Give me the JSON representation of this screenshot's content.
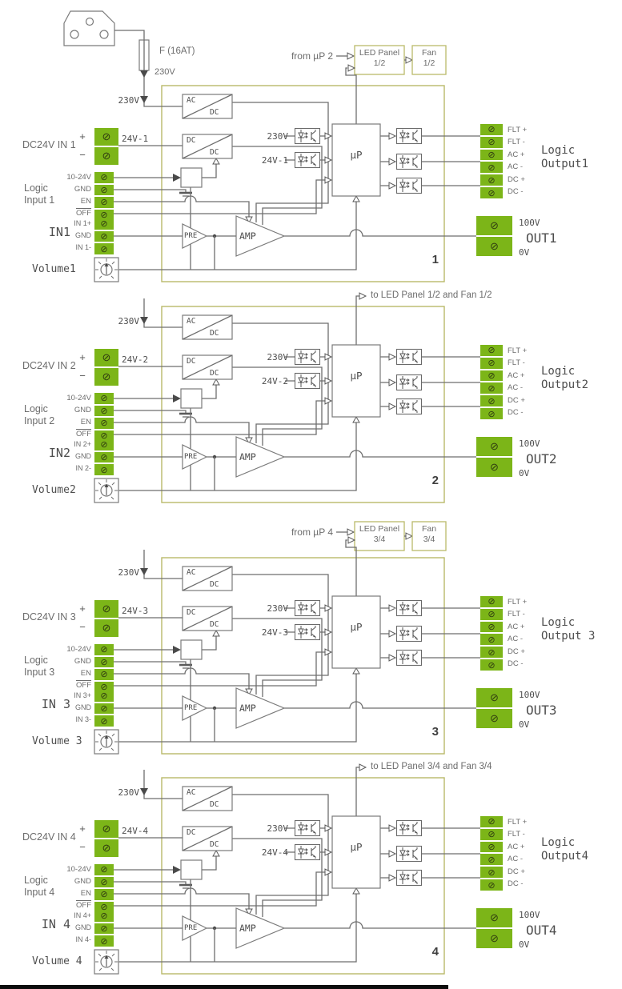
{
  "icons": {
    "screw": "⊘",
    "plus": "+",
    "minus": "−"
  },
  "top": {
    "fuse_label": "F (16AT)",
    "fuse_voltage": "230V"
  },
  "led_rows": [
    {
      "from_label": "from µP 2",
      "panel_line1": "LED Panel",
      "panel_line2": "1/2",
      "fan_line1": "Fan",
      "fan_line2": "1/2"
    },
    {
      "from_label": "from µP 4",
      "panel_line1": "LED Panel",
      "panel_line2": "3/4",
      "fan_line1": "Fan",
      "fan_line2": "3/4"
    }
  ],
  "common": {
    "acdc_top": "AC",
    "acdc_bottom": "DC",
    "dcdc_top": "DC",
    "dcdc_bottom": "DC",
    "pre": "PRE",
    "amp": "AMP",
    "up": "µP"
  },
  "channels": [
    {
      "number": "1",
      "variant": "odd",
      "mains": "230V",
      "dc_label": "DC24V IN 1",
      "dc_wire": "24V-1",
      "logic_line1": "Logic",
      "logic_line2": "Input 1",
      "logic_terms": [
        "10-24V",
        "GND",
        "EN",
        "OFF"
      ],
      "in_name": "IN1",
      "in_terms": [
        "IN 1+",
        "GND",
        "IN 1-"
      ],
      "volume": "Volume1",
      "opto_in": [
        "230V",
        "24V-1"
      ],
      "out_terms": [
        "FLT +",
        "FLT -",
        "AC +",
        "AC -",
        "DC +",
        "DC -"
      ],
      "logic_out_line1": "Logic",
      "logic_out_line2": "Output1",
      "out_name": "OUT1",
      "out_top": "100V",
      "out_bottom": "0V",
      "note": ""
    },
    {
      "number": "2",
      "variant": "even",
      "mains": "230V",
      "dc_label": "DC24V IN 2",
      "dc_wire": "24V-2",
      "logic_line1": "Logic",
      "logic_line2": "Input 2",
      "logic_terms": [
        "10-24V",
        "GND",
        "EN",
        "OFF"
      ],
      "in_name": "IN2",
      "in_terms": [
        "IN 2+",
        "GND",
        "IN 2-"
      ],
      "volume": "Volume2",
      "opto_in": [
        "230V",
        "24V-2"
      ],
      "out_terms": [
        "FLT +",
        "FLT -",
        "AC +",
        "AC -",
        "DC +",
        "DC -"
      ],
      "logic_out_line1": "Logic",
      "logic_out_line2": "Output2",
      "out_name": "OUT2",
      "out_top": "100V",
      "out_bottom": "0V",
      "note": "to LED Panel 1/2 and Fan 1/2"
    },
    {
      "number": "3",
      "variant": "odd",
      "mains": "230V",
      "dc_label": "DC24V IN 3",
      "dc_wire": "24V-3",
      "logic_line1": "Logic",
      "logic_line2": "Input 3",
      "logic_terms": [
        "10-24V",
        "GND",
        "EN",
        "OFF"
      ],
      "in_name": "IN 3",
      "in_terms": [
        "IN 3+",
        "GND",
        "IN 3-"
      ],
      "volume": "Volume 3",
      "opto_in": [
        "230V",
        "24V-3"
      ],
      "out_terms": [
        "FLT +",
        "FLT -",
        "AC +",
        "AC -",
        "DC +",
        "DC -"
      ],
      "logic_out_line1": "Logic",
      "logic_out_line2": "Output 3",
      "out_name": "OUT3",
      "out_top": "100V",
      "out_bottom": "0V",
      "note": ""
    },
    {
      "number": "4",
      "variant": "even",
      "mains": "230V",
      "dc_label": "DC24V IN 4",
      "dc_wire": "24V-4",
      "logic_line1": "Logic",
      "logic_line2": "Input 4",
      "logic_terms": [
        "10-24V",
        "GND",
        "EN",
        "OFF"
      ],
      "in_name": "IN 4",
      "in_terms": [
        "IN 4+",
        "GND",
        "IN 4-"
      ],
      "volume": "Volume 4",
      "opto_in": [
        "230V",
        "24V-4"
      ],
      "out_terms": [
        "FLT +",
        "FLT -",
        "AC +",
        "AC -",
        "DC +",
        "DC -"
      ],
      "logic_out_line1": "Logic",
      "logic_out_line2": "Output4",
      "out_name": "OUT4",
      "out_top": "100V",
      "out_bottom": "0V",
      "note": "to LED Panel 3/4 and Fan 3/4"
    }
  ]
}
